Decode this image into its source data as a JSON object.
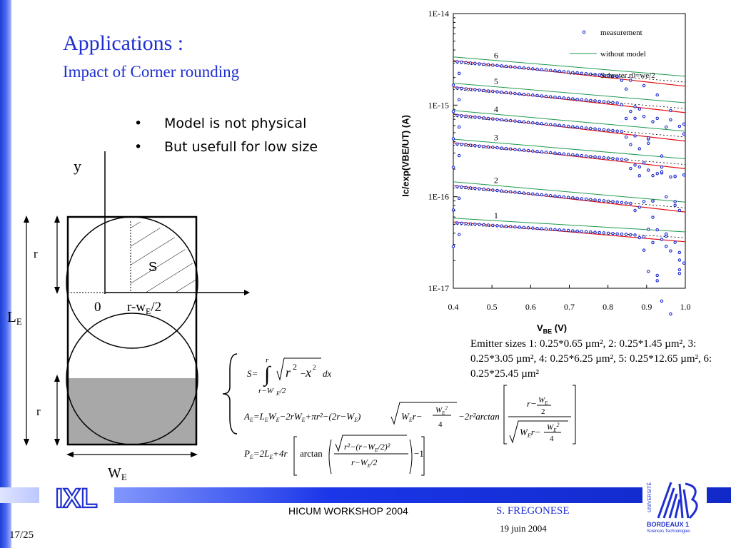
{
  "slide": {
    "title": "Applications :",
    "subtitle": "Impact of Corner rounding",
    "bullets": [
      "Model is not physical",
      "But usefull for low size"
    ],
    "caption": "Emitter sizes 1: 0.25*0.65 µm², 2: 0.25*1.45 µm², 3: 0.25*3.05 µm², 4: 0.25*6.25 µm², 5: 0.25*12.65 µm², 6: 0.25*25.45 µm²"
  },
  "diagram": {
    "axis_y": "y",
    "origin": "0",
    "r_top": "r",
    "r_bottom": "r",
    "le_main": "L",
    "le_sub": "E",
    "we_main": "W",
    "we_sub": "E",
    "s_label": "S",
    "x_tick_main": "r-w",
    "x_tick_sub": "E",
    "x_tick_tail": "/2"
  },
  "footer": {
    "event": "HICUM WORKSHOP 2004",
    "author": "S. FREGONESE",
    "date": "19 juin 2004",
    "page": "17/25",
    "logo_left": "IXL",
    "logo_right_main": "BORDEAUX 1",
    "logo_right_sub": "Sciences Technologies",
    "logo_right_vertical": "UNIVERSITÉ"
  },
  "colors": {
    "title": "#1f2fd0",
    "measurement": "#1d2bd0",
    "without_model": "#1f9a4e",
    "schroter": "#000000",
    "red_model": "#e01010"
  },
  "chart_data": {
    "type": "scatter",
    "xlabel_main": "V",
    "xlabel_sub": "BE",
    "xlabel_unit": " (V)",
    "ylabel": "Ic/exp(VBE/UT) (A)",
    "xlim": [
      0.4,
      1.0
    ],
    "ylim": [
      1e-17,
      1e-14
    ],
    "yscale": "log",
    "xticks": [
      "0.4",
      "0.5",
      "0.6",
      "0.7",
      "0.8",
      "0.9",
      "1.0"
    ],
    "yticks": [
      "1E-14",
      "1E-15",
      "1E-16",
      "1E-17"
    ],
    "legend": [
      "measurement",
      "without model",
      "Schroter r0=we/2"
    ],
    "legend_position": "top-right",
    "curve_labels": [
      "1",
      "2",
      "3",
      "4",
      "5",
      "6"
    ],
    "series": [
      {
        "start": 5.2e-17,
        "end": 3.5e-17,
        "knee": 0.87,
        "label_x": 0.505
      },
      {
        "start": 1.3e-16,
        "end": 7.4e-17,
        "knee": 0.86,
        "label_x": 0.505
      },
      {
        "start": 3.8e-16,
        "end": 2.2e-16,
        "knee": 0.85,
        "label_x": 0.505
      },
      {
        "start": 7.8e-16,
        "end": 4.4e-16,
        "knee": 0.84,
        "label_x": 0.505
      },
      {
        "start": 1.55e-15,
        "end": 9e-16,
        "knee": 0.83,
        "label_x": 0.505
      },
      {
        "start": 3e-15,
        "end": 1.75e-15,
        "knee": 0.83,
        "label_x": 0.505
      }
    ]
  }
}
